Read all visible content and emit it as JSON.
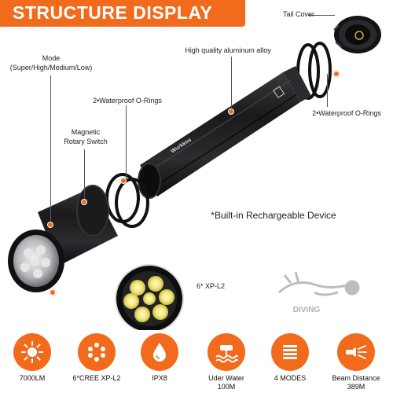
{
  "banner": {
    "title": "STRUCTURE DISPLAY"
  },
  "callouts": {
    "tail_cover": "Tail Cover",
    "aluminum": "High quality aluminum alloy",
    "mode_line1": "Mode",
    "mode_line2": "(Super/High/Medium/Low)",
    "orings_left": "2•Waterproof O-Rings",
    "orings_right": "2•Waterproof O-Rings",
    "switch_line1": "Magnetic",
    "switch_line2": "Rotary Switch",
    "rechargeable": "*Built-in Rechargeable Device",
    "leds": "6* XP-L2",
    "diving": "DIVING"
  },
  "brand_mark": "Wurkkos",
  "features": [
    {
      "icon": "sun-icon",
      "label": "7000LM",
      "sub": ""
    },
    {
      "icon": "led-dots-icon",
      "label": "6*CREE XP-L2",
      "sub": ""
    },
    {
      "icon": "water-drop-icon",
      "label": "IPX8",
      "sub": ""
    },
    {
      "icon": "underwater-icon",
      "label": "Uder Water",
      "sub": "100M"
    },
    {
      "icon": "modes-bars-icon",
      "label": "4 MODES",
      "sub": ""
    },
    {
      "icon": "beam-icon",
      "label": "Beam Distance",
      "sub": "389M"
    }
  ],
  "colors": {
    "accent": "#f26a1b",
    "body": "#1d1d1f"
  }
}
